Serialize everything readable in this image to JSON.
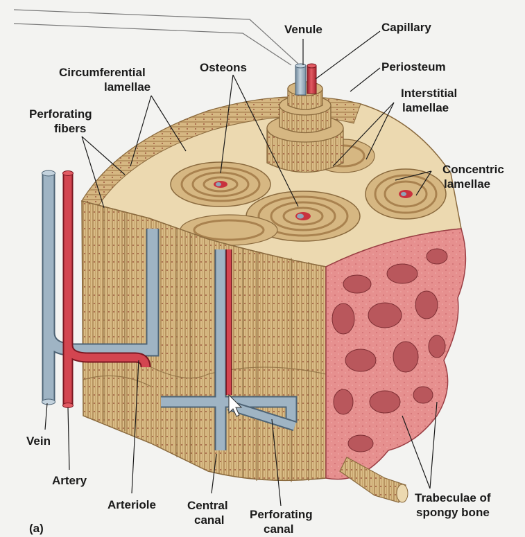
{
  "figure_label": "(a)",
  "labels": {
    "venule": "Venule",
    "capillary": "Capillary",
    "periosteum": "Periosteum",
    "osteons": "Osteons",
    "circumferential_1": "Circumferential",
    "circumferential_2": "lamellae",
    "perforating_fibers_1": "Perforating",
    "perforating_fibers_2": "fibers",
    "interstitial_1": "Interstitial",
    "interstitial_2": "lamellae",
    "concentric_1": "Concentric",
    "concentric_2": "lamellae",
    "vein": "Vein",
    "artery": "Artery",
    "arteriole": "Arteriole",
    "central_canal_1": "Central",
    "central_canal_2": "canal",
    "perforating_canal_1": "Perforating",
    "perforating_canal_2": "canal",
    "trabeculae_1": "Trabeculae of",
    "trabeculae_2": "spongy bone"
  },
  "colors": {
    "background": "#f3f3f1",
    "bone_tan": "#d9bc86",
    "bone_dark": "#a9824f",
    "bone_light": "#ecd9b0",
    "vein_blue": "#8fa6b8",
    "artery_red": "#c8323e",
    "spongy_pink": "#e6908f",
    "spongy_dark": "#b9575c"
  }
}
